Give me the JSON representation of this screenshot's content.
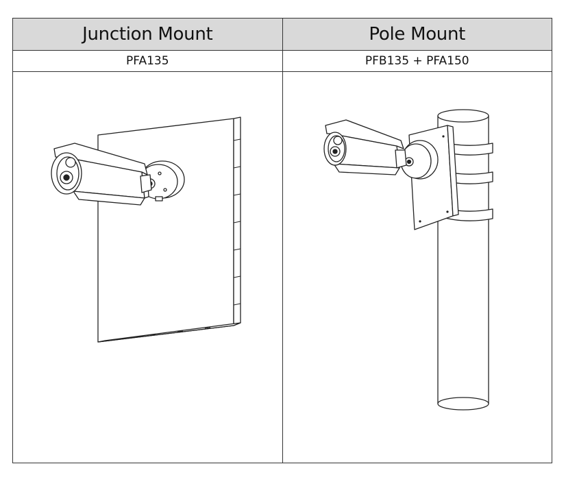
{
  "columns": [
    {
      "title": "Junction Mount",
      "model": "PFA135"
    },
    {
      "title": "Pole Mount",
      "model": "PFB135 + PFA150"
    }
  ]
}
